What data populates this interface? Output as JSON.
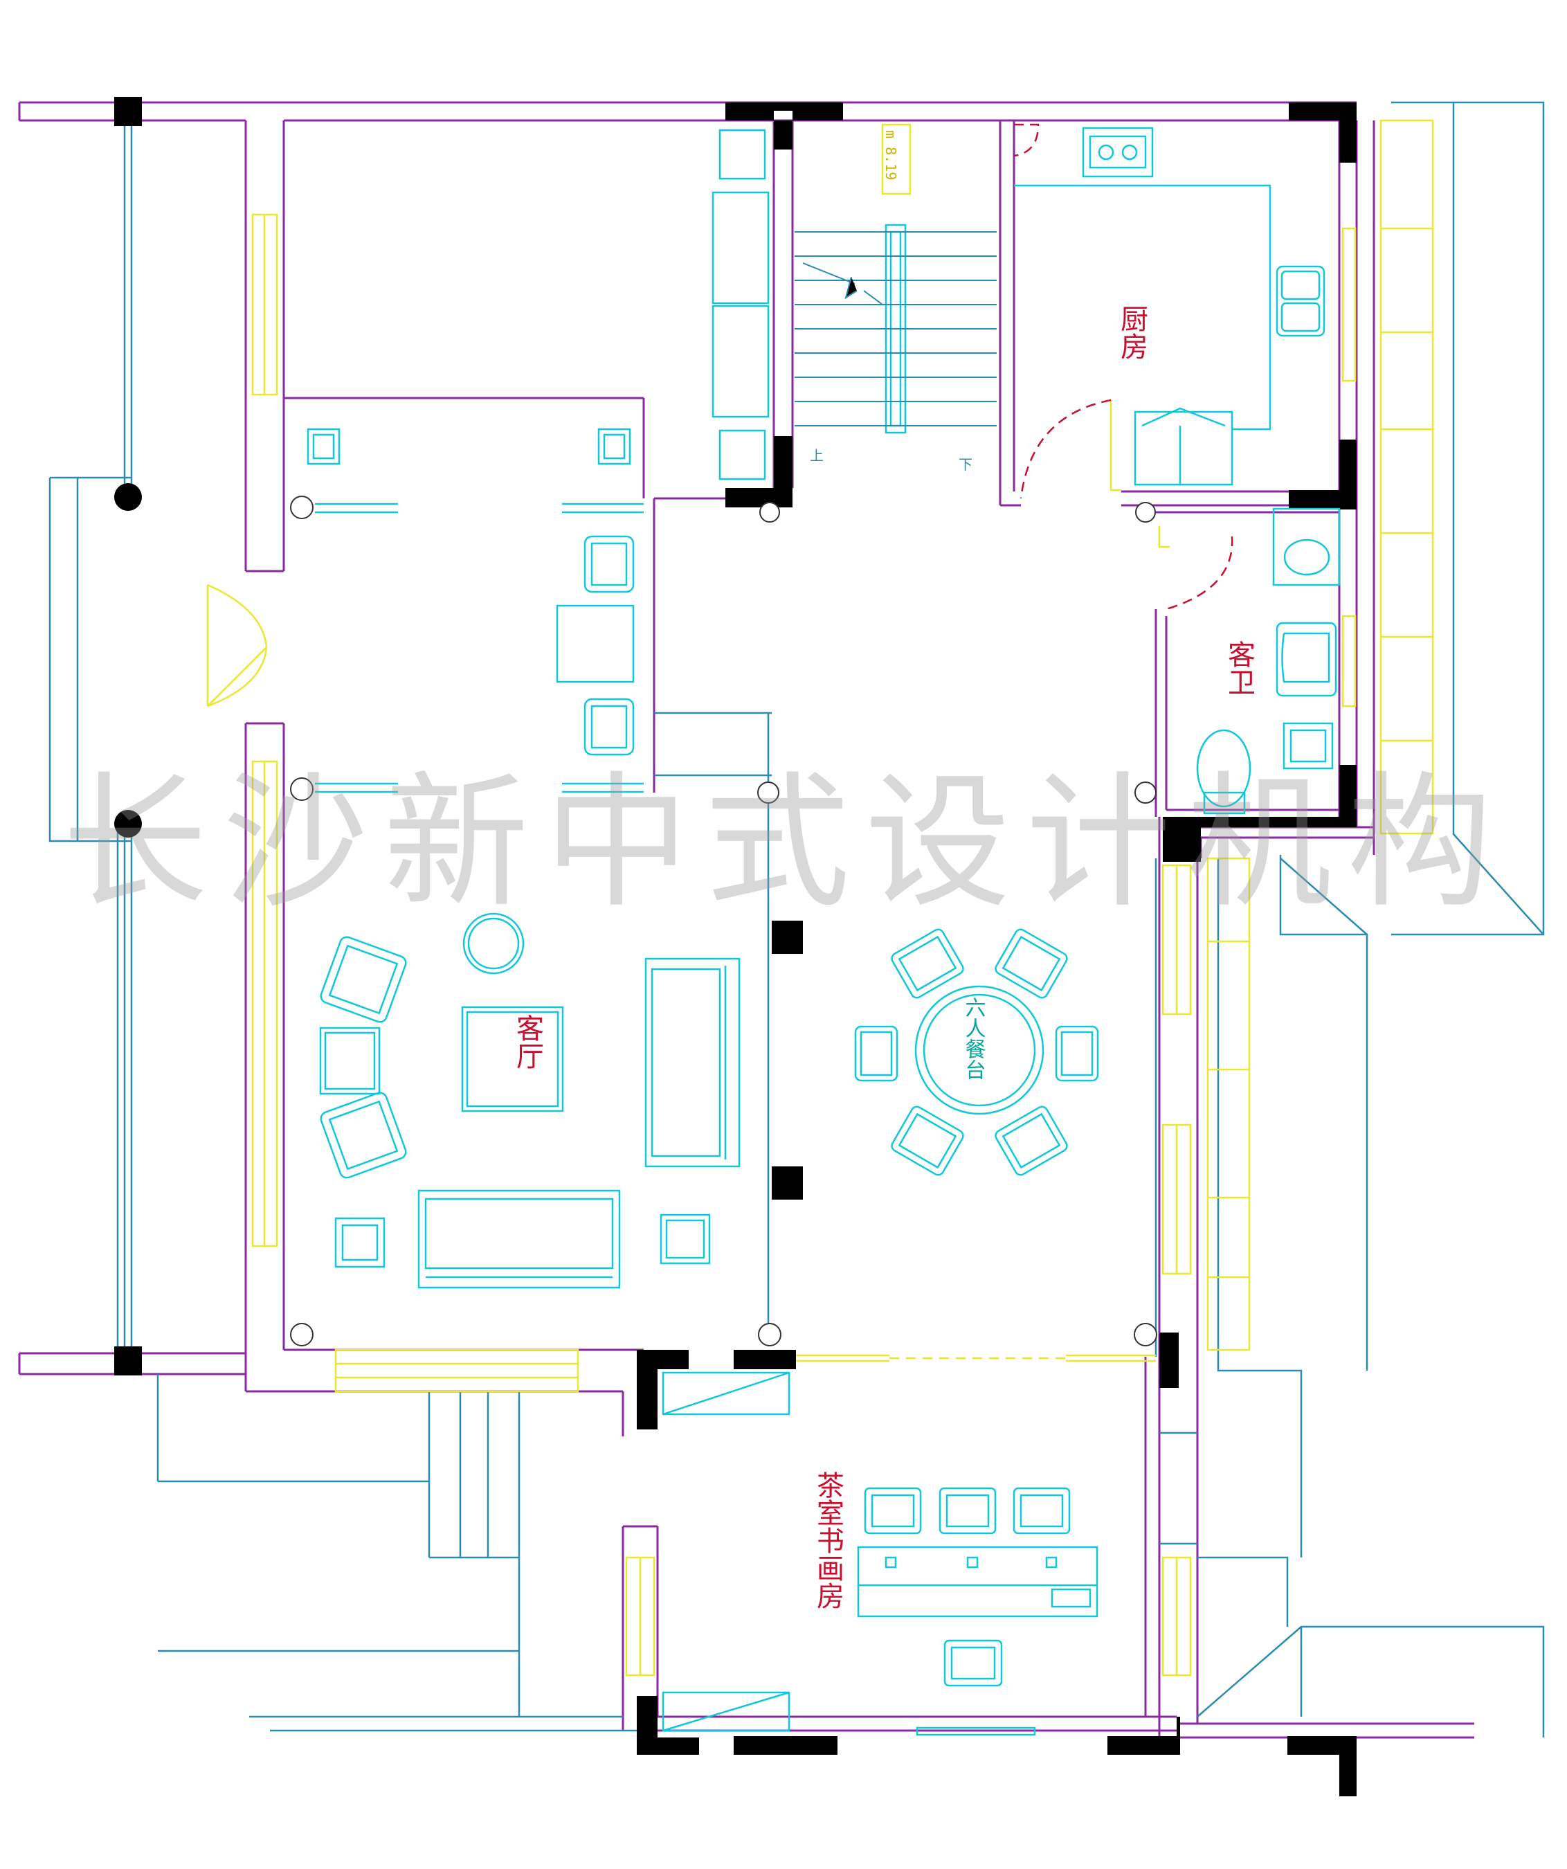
{
  "plan": {
    "rooms": {
      "living_room": "客厅",
      "kitchen": "厨房",
      "guest_bath": "客卫",
      "dining_table": "六人餐台",
      "tea_room": "茶室书画房"
    },
    "dimension_note": "m 8.19",
    "stair_up": "上",
    "stair_down": "下",
    "watermark": "长沙新中式设计机构"
  },
  "colors": {
    "wall_outline": "#8a2aa0",
    "column_fill": "#000000",
    "furniture": "#10c8d8",
    "window": "#e8e830",
    "structure_line": "#2a8ab0",
    "room_label": "#c8102e",
    "dining_label": "#0aa39a"
  }
}
